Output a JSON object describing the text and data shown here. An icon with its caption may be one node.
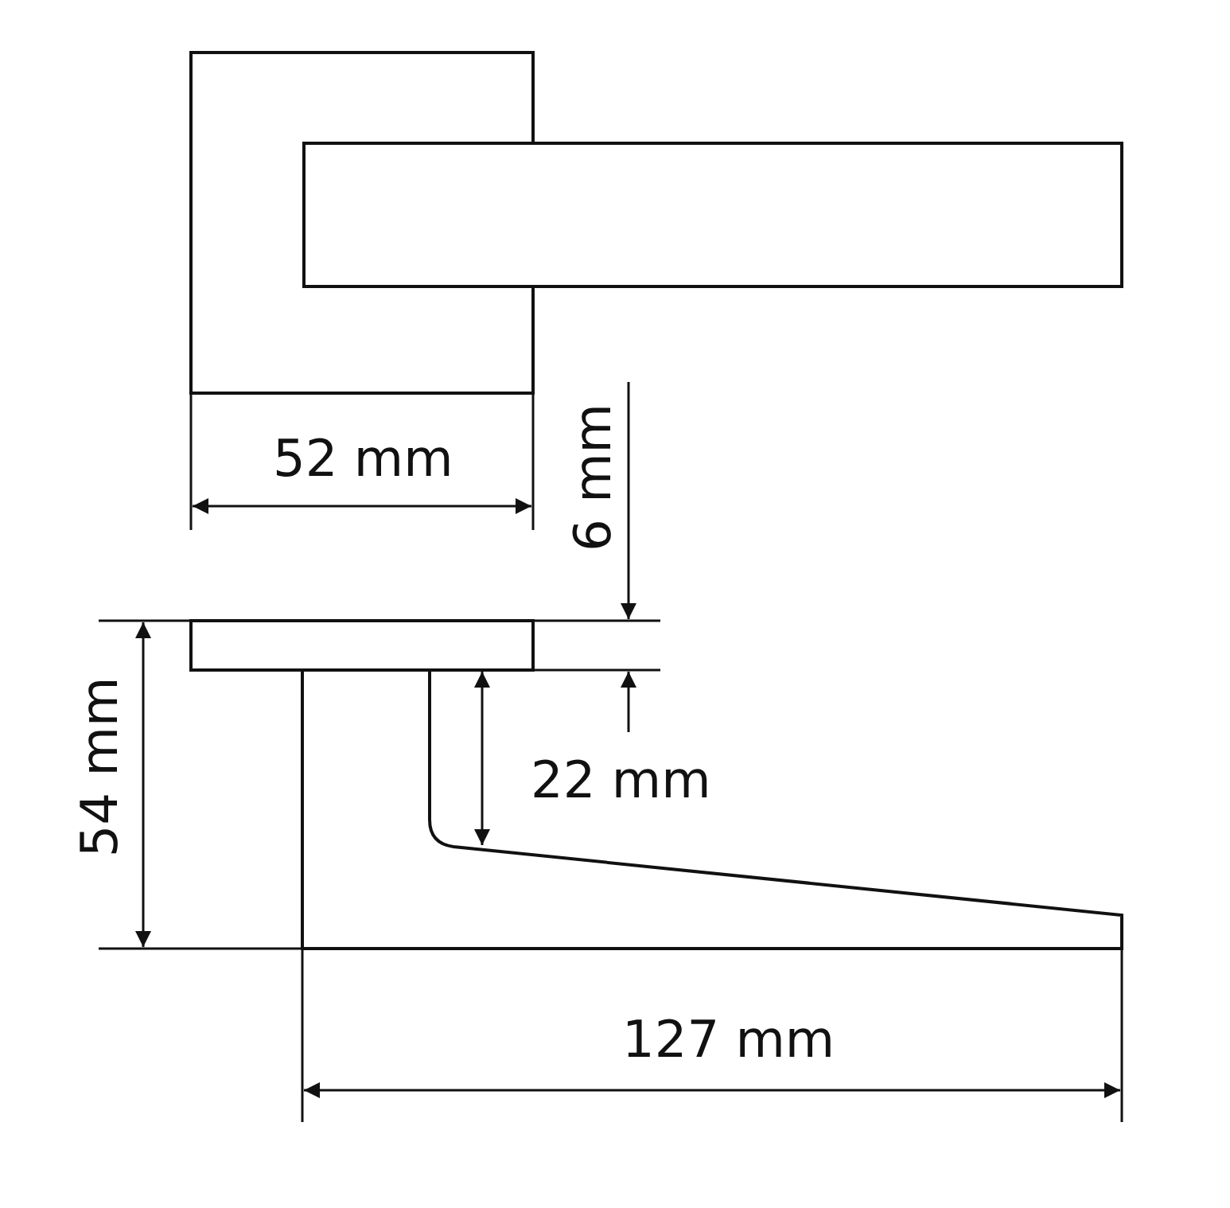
{
  "diagram": {
    "labels": [
      "52 mm",
      "6 mm",
      "54 mm",
      "22 mm",
      "127 mm"
    ]
  }
}
